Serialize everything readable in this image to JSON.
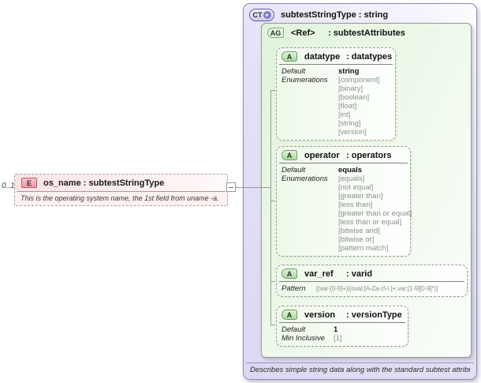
{
  "element": {
    "cardinality": "0..1",
    "badge": "E",
    "title": "os_name : subtestStringType",
    "annotation": "This is the operating system name, the 1st field from uname -a."
  },
  "complex_type": {
    "badge": "CT",
    "plus_icon": "+",
    "title": "subtestStringType : string",
    "footer": "Describes simple string data along with the standard subtest attributes."
  },
  "attribute_group": {
    "badge": "AG",
    "ref_label": "<Ref>",
    "title": ": subtestAttributes"
  },
  "attributes": [
    {
      "badge": "A",
      "name": "datatype",
      "type": ": datatypes",
      "default_label": "Default",
      "default_value": "string",
      "enum_label": "Enumerations",
      "enumerations": [
        "[component]",
        "[binary]",
        "[boolean]",
        "[float]",
        "[int]",
        "[string]",
        "[version]"
      ]
    },
    {
      "badge": "A",
      "name": "operator",
      "type": ": operators",
      "default_label": "Default",
      "default_value": "equals",
      "enum_label": "Enumerations",
      "enumerations": [
        "[equals]",
        "[not equal]",
        "[greater than]",
        "[less than]",
        "[greater than or equal]",
        "[less than or equal]",
        "[bitwise and]",
        "[bitwise or]",
        "[pattern match]"
      ]
    },
    {
      "badge": "A",
      "name": "var_ref",
      "type": ": varid",
      "pattern_label": "Pattern",
      "pattern_value": "[(var-[0-9]+)|(oval:[A-Za-z\\-\\.]+:var:[1-9][0-9]*)]"
    },
    {
      "badge": "A",
      "name": "version",
      "type": ": versionType",
      "default_label": "Default",
      "default_value": "1",
      "min_label": "Min Inclusive",
      "min_value": "[1]"
    }
  ],
  "colors": {
    "complex_type_fill": "#e2dff5",
    "complex_type_border": "#8f8cba",
    "attribute_group_fill": "#e8f6e3",
    "attribute_fill": "#f2faee",
    "element_fill": "#fbe8ea",
    "badge_element": "#f2a3ae",
    "badge_attribute": "#b9e3ac",
    "badge_complex_type": "#d6d2f0",
    "connector": "#9a9a9a"
  }
}
